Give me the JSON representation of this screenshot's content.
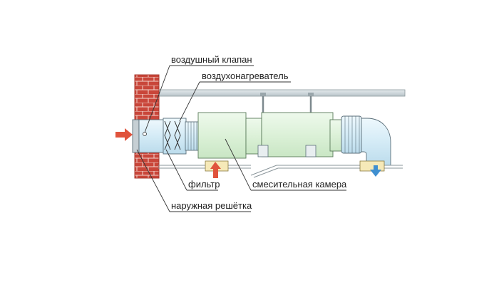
{
  "labels": {
    "air_valve": "воздушный клапан",
    "air_heater": "воздухонагреватель",
    "filter": "фильтр",
    "mixing_chamber": "смесительная камера",
    "outdoor_grille": "наружная решётка"
  },
  "colors": {
    "brick": "#c9463a",
    "duct_blue": "#d7ecf7",
    "duct_stroke": "#5a6e79",
    "unit_green": "#dff2dc",
    "rail_gray": "#c9d3d8",
    "arrow_in": "#e0533c",
    "arrow_out": "#3f8fd0"
  },
  "icons": {
    "inlet_arrow": "arrow-right-icon",
    "heat_arrow": "arrow-up-icon",
    "outlet_arrow": "arrow-down-icon"
  }
}
